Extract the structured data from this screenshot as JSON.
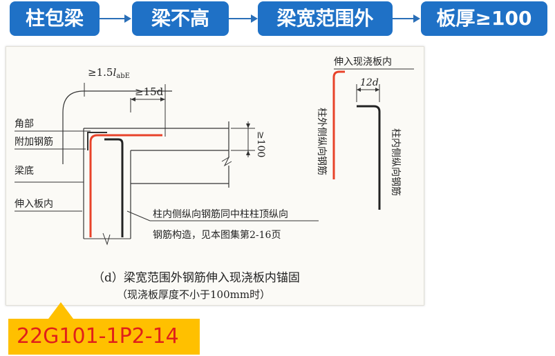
{
  "flow": {
    "steps": [
      "柱包梁",
      "梁不高",
      "梁宽范围外",
      "板厚≥100"
    ]
  },
  "figure": {
    "dim_anchor": "≥1.5",
    "dim_anchor_sym": "l",
    "dim_anchor_sub": "abE",
    "dim_15d": "≥15d",
    "dim_100": "≥100",
    "dim_12d": "12d",
    "label_corner": "角部",
    "label_extra_bar": "附加钢筋",
    "label_beam_bottom": "梁底",
    "label_into_slab": "伸入板内",
    "note_line1": "柱内侧纵向钢筋同中柱柱顶纵向",
    "note_line2": "钢筋构造，见本图集第2-16页",
    "caption_line1": "（d）梁宽范围外钢筋伸入现浇板内锚固",
    "caption_line2": "（现浇板厚度不小于100mm时）",
    "right_top_label": "伸入现浇板内",
    "right_outer_label": "柱外侧纵向钢筋",
    "right_inner_label": "柱内侧纵向钢筋"
  },
  "reference": "22G101-1P2-14",
  "colors": {
    "step_fill": "#1f71c6",
    "highlight_bar": "#e8432a",
    "ref_fill": "#ffc000",
    "ref_text": "#e0201a"
  }
}
